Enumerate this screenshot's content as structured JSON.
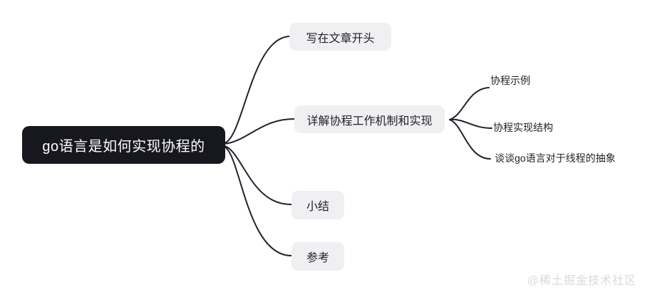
{
  "root": {
    "label": "go语言是如何实现协程的"
  },
  "branches": [
    {
      "label": "写在文章开头"
    },
    {
      "label": "详解协程工作机制和实现",
      "children": [
        {
          "label": "协程示例"
        },
        {
          "label": "协程实现结构"
        },
        {
          "label": "谈谈go语言对于线程的抽象"
        }
      ]
    },
    {
      "label": "小结"
    },
    {
      "label": "参考"
    }
  ],
  "watermark": "@稀土掘金技术社区",
  "colors": {
    "bg": "#ffffff",
    "root-bg": "#17171f",
    "root-text": "#ffffff",
    "branch-bg": "#f0f0f2",
    "text-dark": "#1d2129",
    "line": "#20222f",
    "watermark": "#d9d9d9"
  }
}
